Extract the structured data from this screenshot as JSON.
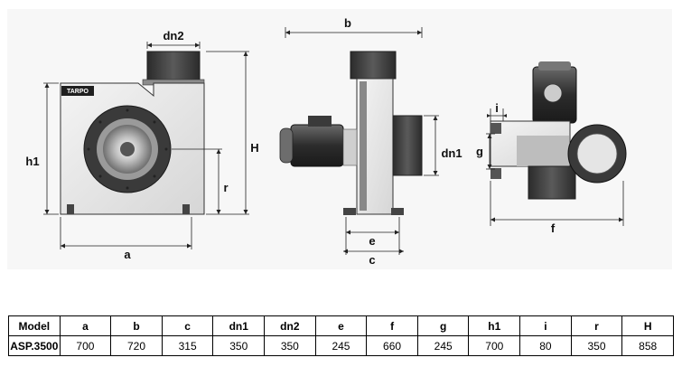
{
  "logo_text": "TARPO",
  "dimension_labels": {
    "dn2": "dn2",
    "b": "b",
    "h1": "h1",
    "H": "H",
    "r": "r",
    "a": "a",
    "dn1": "dn1",
    "e": "e",
    "c": "c",
    "i": "i",
    "g": "g",
    "f": "f"
  },
  "spec_table": {
    "headers": [
      "Model",
      "a",
      "b",
      "c",
      "dn1",
      "dn2",
      "e",
      "f",
      "g",
      "h1",
      "i",
      "r",
      "H"
    ],
    "row": [
      "ASP.3500",
      "700",
      "720",
      "315",
      "350",
      "350",
      "245",
      "660",
      "245",
      "700",
      "80",
      "350",
      "858"
    ]
  }
}
